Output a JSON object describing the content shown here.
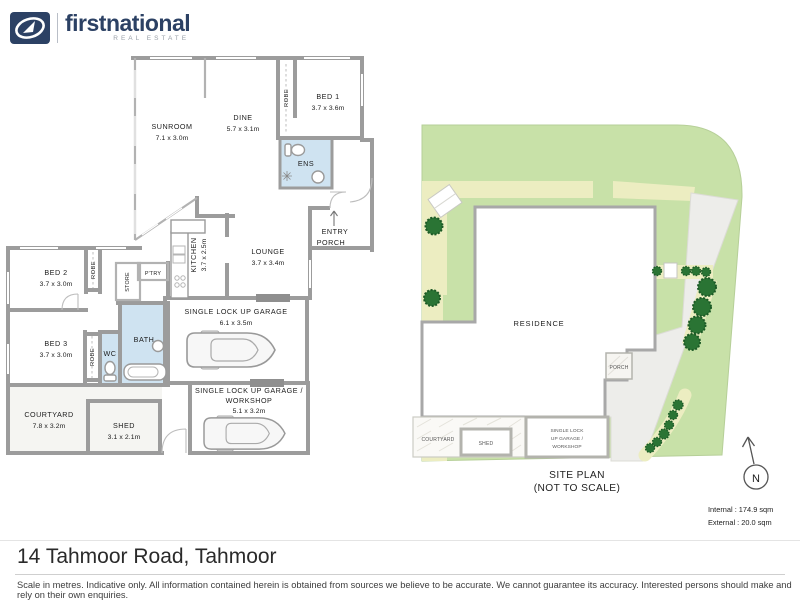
{
  "brand": {
    "word_first": "first",
    "word_second": "national",
    "tagline": "REAL ESTATE"
  },
  "floorplan": {
    "sunroom": {
      "name": "SUNROOM",
      "dims": "7.1 x 3.0m"
    },
    "dine": {
      "name": "DINE",
      "dims": "5.7 x 3.1m"
    },
    "bed1": {
      "name": "BED 1",
      "dims": "3.7 x 3.6m"
    },
    "robe": {
      "name": "ROBE"
    },
    "ens": {
      "name": "ENS"
    },
    "entry": {
      "name": "ENTRY"
    },
    "porch": {
      "name": "PORCH"
    },
    "lounge": {
      "name": "LOUNGE",
      "dims": "3.7 x 3.4m"
    },
    "kitchen": {
      "name": "KITCHEN",
      "dims": "3.7 x 2.5m"
    },
    "pantry": {
      "name": "P'TRY"
    },
    "store": {
      "name": "STORE"
    },
    "bed2": {
      "name": "BED 2",
      "dims": "3.7 x 3.0m"
    },
    "bed3": {
      "name": "BED 3",
      "dims": "3.7 x 3.0m"
    },
    "wc": {
      "name": "WC"
    },
    "bath": {
      "name": "BATH"
    },
    "garage": {
      "name": "SINGLE LOCK UP GARAGE",
      "dims": "6.1 x 3.5m"
    },
    "workshop": {
      "name_line1": "SINGLE LOCK UP GARAGE /",
      "name_line2": "WORKSHOP",
      "dims": "5.1 x 3.2m"
    },
    "courtyard": {
      "name": "COURTYARD",
      "dims": "7.8 x 3.2m"
    },
    "shed": {
      "name": "SHED",
      "dims": "3.1 x 2.1m"
    }
  },
  "siteplan": {
    "residence": "RESIDENCE",
    "porch": "PORCH",
    "courtyard": "COURTYARD",
    "shed": "SHED",
    "garage_line1": "SINGLE LOCK",
    "garage_line2": "UP GARAGE /",
    "garage_line3": "WORKSHOP",
    "caption_line1": "SITE PLAN",
    "caption_line2": "(NOT TO SCALE)",
    "north_letter": "N",
    "internal_area": "Internal : 174.9 sqm",
    "external_area": "External : 20.0 sqm"
  },
  "footer": {
    "address": "14 Tahmoor Road, Tahmoor",
    "disclaimer": "Scale in metres. Indicative only. All information contained herein is obtained from sources we believe to be accurate. We cannot guarantee its accuracy. Interested persons should make and rely on their own enquiries."
  },
  "colors": {
    "brand_navy": "#2c4164",
    "wall_gray": "#9c9c9c",
    "wet_area_blue": "#cfe3f1",
    "lawn_green": "#c8e1a8",
    "garden_bed_yellow": "#ecedc1",
    "tree_green": "#2a7434",
    "driveway_gray": "#ededea"
  }
}
